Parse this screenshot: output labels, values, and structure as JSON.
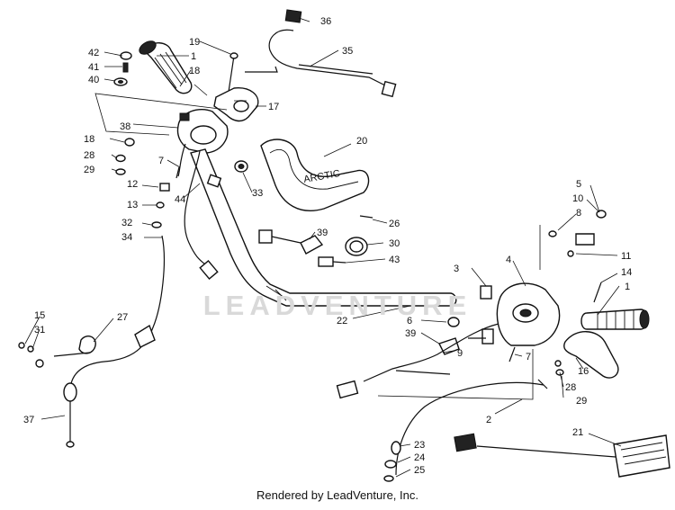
{
  "watermark": "LEADVENTURE",
  "credit": "Rendered by LeadVenture, Inc.",
  "callouts": [
    {
      "id": "c42",
      "text": "42"
    },
    {
      "id": "c41",
      "text": "41"
    },
    {
      "id": "c40",
      "text": "40"
    },
    {
      "id": "c19",
      "text": "19"
    },
    {
      "id": "c1a",
      "text": "1"
    },
    {
      "id": "c18a",
      "text": "18"
    },
    {
      "id": "c36",
      "text": "36"
    },
    {
      "id": "c35",
      "text": "35"
    },
    {
      "id": "c17",
      "text": "17"
    },
    {
      "id": "c38",
      "text": "38"
    },
    {
      "id": "c18b",
      "text": "18"
    },
    {
      "id": "c28a",
      "text": "28"
    },
    {
      "id": "c29a",
      "text": "29"
    },
    {
      "id": "c7a",
      "text": "7"
    },
    {
      "id": "c20",
      "text": "20"
    },
    {
      "id": "c12",
      "text": "12"
    },
    {
      "id": "c13",
      "text": "13"
    },
    {
      "id": "c44",
      "text": "44"
    },
    {
      "id": "c33",
      "text": "33"
    },
    {
      "id": "c32",
      "text": "32"
    },
    {
      "id": "c34",
      "text": "34"
    },
    {
      "id": "c26",
      "text": "26"
    },
    {
      "id": "c39a",
      "text": "39"
    },
    {
      "id": "c30",
      "text": "30"
    },
    {
      "id": "c43",
      "text": "43"
    },
    {
      "id": "c5",
      "text": "5"
    },
    {
      "id": "c10",
      "text": "10"
    },
    {
      "id": "c8",
      "text": "8"
    },
    {
      "id": "c11",
      "text": "11"
    },
    {
      "id": "c3",
      "text": "3"
    },
    {
      "id": "c4",
      "text": "4"
    },
    {
      "id": "c14",
      "text": "14"
    },
    {
      "id": "c1b",
      "text": "1"
    },
    {
      "id": "c15",
      "text": "15"
    },
    {
      "id": "c31",
      "text": "31"
    },
    {
      "id": "c27",
      "text": "27"
    },
    {
      "id": "c22",
      "text": "22"
    },
    {
      "id": "c6",
      "text": "6"
    },
    {
      "id": "c39b",
      "text": "39"
    },
    {
      "id": "c9",
      "text": "9"
    },
    {
      "id": "c7b",
      "text": "7"
    },
    {
      "id": "c16",
      "text": "16"
    },
    {
      "id": "c28b",
      "text": "28"
    },
    {
      "id": "c29b",
      "text": "29"
    },
    {
      "id": "c2",
      "text": "2"
    },
    {
      "id": "c37",
      "text": "37"
    },
    {
      "id": "c21",
      "text": "21"
    },
    {
      "id": "c23",
      "text": "23"
    },
    {
      "id": "c24",
      "text": "24"
    },
    {
      "id": "c25",
      "text": "25"
    }
  ]
}
